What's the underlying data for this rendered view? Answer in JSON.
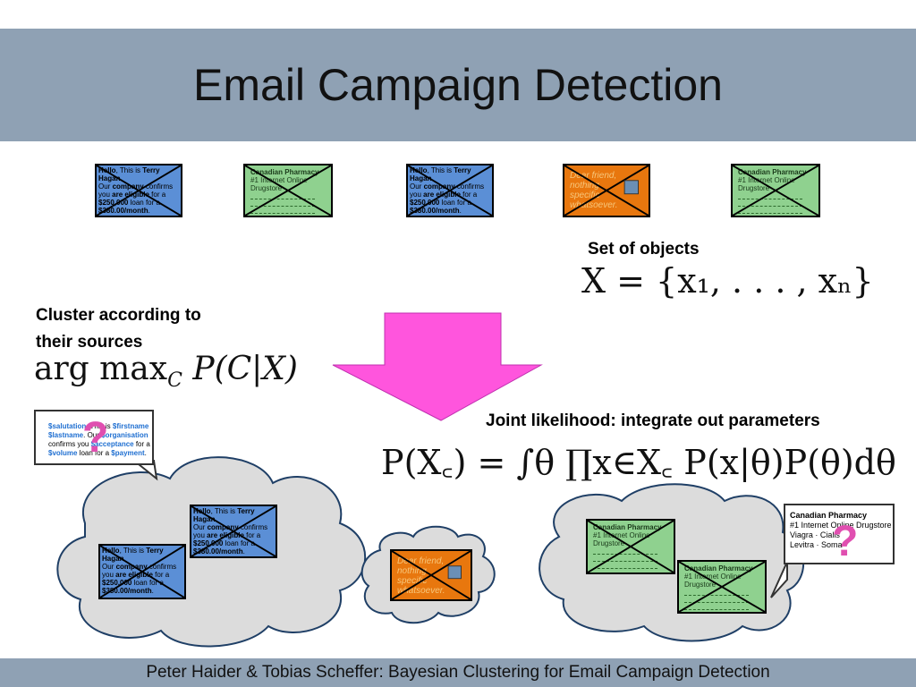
{
  "slide": {
    "title": "Email Campaign Detection",
    "footer": "Peter Haider & Tobias Scheffer: Bayesian Clustering for Email Campaign Detection"
  },
  "labels": {
    "set_of_objects": "Set of objects",
    "cluster_line1": "Cluster according to",
    "cluster_line2": "their sources",
    "joint_likelihood": "Joint likelihood: integrate out parameters"
  },
  "formulas": {
    "set": "X = {x₁, . . . , xₙ}",
    "argmax": "arg max",
    "argmax_sub": "C",
    "argmax_rest": " P(C|X)",
    "joint": "P(X꜀) = ∫θ ∏x∈X꜀ P(x|θ)P(θ)dθ"
  },
  "emails": {
    "blue": {
      "l1a": "Hello",
      "l1b": ", This is ",
      "l1c": "Terry",
      "l2": "Hagan",
      "l3a": "Our ",
      "l3b": "company",
      "l3c": " confirms",
      "l4a": "you ",
      "l4b": "are eligible",
      "l4c": " for a",
      "l5a": "$250,000",
      "l5b": " loan for a",
      "l6": "$380.00/month"
    },
    "orange": {
      "l1": "Dear friend,",
      "l2": "nothing",
      "l3": "specific",
      "l4": "whatsoever."
    },
    "green": {
      "head": "Canadian Pharmacy",
      "sub": "#1 Internet Online Drugstore"
    }
  },
  "template_bubble": {
    "v1": "$salutation",
    "t1": ", This is ",
    "v2": "$firstname",
    "v3": "$lastname",
    "t2": ". Our ",
    "v4": "$organisation",
    "t3": " confirms you ",
    "v5": "$acceptance",
    "t4": " for a",
    "v6": "$volume",
    "t5": " loan for a ",
    "v7": "$payment",
    "t6": "."
  },
  "pharmacy_bubble": {
    "head": "Canadian Pharmacy",
    "sub": "#1 Internet Online Drugstore",
    "r1a": "Viagra",
    "r1b": "Cialis",
    "r2a": "Levitra",
    "r2b": "Soma"
  },
  "question_mark": "?",
  "colors": {
    "title_bar": "#8fa1b4",
    "arrow": "#ff55dd",
    "cloud_fill": "#dcdcdc",
    "email_blue": "#5b8fd6",
    "email_green": "#8fd18f",
    "email_orange": "#e8770e",
    "question": "#e04fb0"
  }
}
